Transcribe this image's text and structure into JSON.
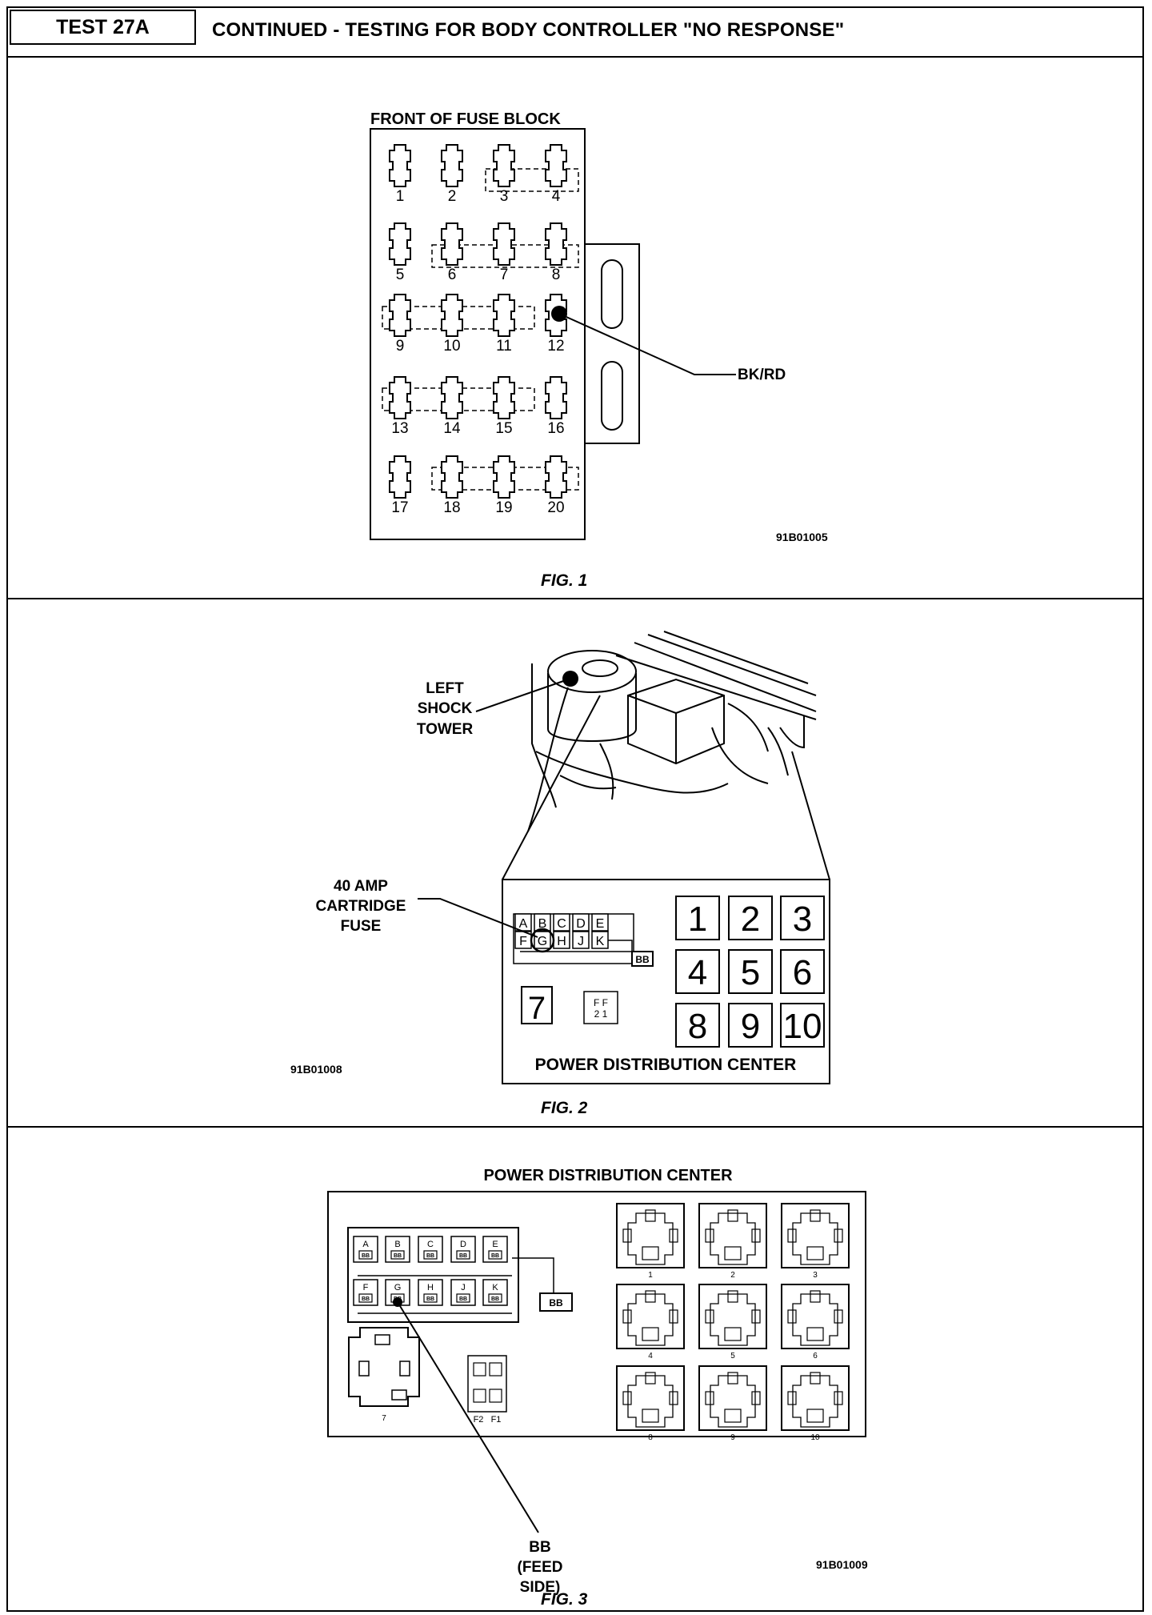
{
  "header": {
    "test_label": "TEST 27A",
    "title": "CONTINUED - TESTING FOR BODY CONTROLLER \"NO RESPONSE\""
  },
  "fig1": {
    "title": "FRONT OF FUSE BLOCK",
    "fuse_numbers": [
      "1",
      "2",
      "3",
      "4",
      "5",
      "6",
      "7",
      "8",
      "9",
      "10",
      "11",
      "12",
      "13",
      "14",
      "15",
      "16",
      "17",
      "18",
      "19",
      "20"
    ],
    "callout": "BK/RD",
    "code": "91B01005",
    "caption": "FIG. 1"
  },
  "fig2": {
    "callout_tower": [
      "LEFT",
      "SHOCK",
      "TOWER"
    ],
    "callout_fuse": [
      "40 AMP",
      "CARTRIDGE",
      "FUSE"
    ],
    "cartridge_letters_top": [
      "A",
      "B",
      "C",
      "D",
      "E"
    ],
    "cartridge_letters_bottom": [
      "F",
      "G",
      "H",
      "J",
      "K"
    ],
    "bb_label": "BB",
    "relay_numbers": [
      "1",
      "2",
      "3",
      "4",
      "5",
      "6",
      "8",
      "9",
      "10"
    ],
    "relay_7": "7",
    "ff_label": [
      "F F",
      "2 1"
    ],
    "label": "POWER DISTRIBUTION CENTER",
    "code": "91B01008",
    "caption": "FIG. 2"
  },
  "fig3": {
    "title": "POWER DISTRIBUTION CENTER",
    "cartridge_letters_top": [
      "A",
      "B",
      "C",
      "D",
      "E"
    ],
    "cartridge_letters_bottom": [
      "F",
      "G",
      "H",
      "J",
      "K"
    ],
    "bb_label": "BB",
    "relay_numbers": [
      "1",
      "2",
      "3",
      "4",
      "5",
      "6",
      "8",
      "9",
      "10"
    ],
    "relay_7": "7",
    "f_labels": [
      "F2",
      "F1"
    ],
    "callout": [
      "BB",
      "(FEED",
      "SIDE)"
    ],
    "code": "91B01009",
    "caption": "FIG. 3"
  },
  "colors": {
    "ink": "#000000",
    "paper": "#ffffff"
  }
}
